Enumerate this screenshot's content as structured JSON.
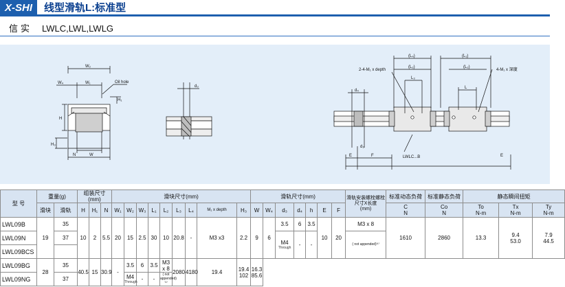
{
  "header": {
    "brand": "X-SHI",
    "title": "线型滑轨L:标准型",
    "series_cn": "信实",
    "series_models": "LWLC,LWL,LWLG"
  },
  "drawing": {
    "labels": {
      "w2": "W₂",
      "w4": "W₄",
      "w1": "W₁",
      "oil": "Oil hole",
      "h1": "H₁",
      "h": "H",
      "h3": "H₃",
      "n": "N",
      "w": "W",
      "d3": "d₃",
      "l4": "(L₄)",
      "l2": "(L₂)",
      "l3": "L₃",
      "l1": "(L₁)",
      "l": "L",
      "m1": "2-4-M₁ x depth",
      "m2": "4-M₁ x 深度",
      "d4": "d₄",
      "d3b": "d₃",
      "lwlc": "LWLC...B",
      "e": "E",
      "f": "F"
    }
  },
  "table": {
    "headers": {
      "model": "型 号",
      "weight": "重量(g)",
      "assembly": "组装尺寸(mm)",
      "block": "滑块尺寸(mm)",
      "rail": "滑轨尺寸(mm)",
      "bolt": "滑轨安装螺栓螺栓尺寸X长度",
      "bolt_unit": "(mm)",
      "dyn": "标准动态负荷",
      "stat": "标准静态负荷",
      "moment": "静态瞬间扭矩"
    },
    "subheaders": {
      "block_w": "滑块",
      "rail_w": "滑轨",
      "H": "H",
      "H1": "H₁",
      "N": "N",
      "W1": "W₁",
      "W2": "W₂",
      "W3": "W₃",
      "L1": "L₁",
      "L2": "L₂",
      "L3": "L₃",
      "L4": "L₄",
      "M": "M₁ x depth",
      "H3": "H₃",
      "W": "W",
      "W4": "W₄",
      "d3": "d₃",
      "d4": "d₄",
      "h": "h",
      "E": "E",
      "F": "F",
      "bolt_unit": "(mm)",
      "C": "C",
      "C_unit": "N",
      "Co": "Co",
      "Co_unit": "N",
      "To": "To",
      "To_unit": "N-m",
      "Tx": "Tx",
      "Tx_unit": "N-m",
      "Ty": "Ty",
      "Ty_unit": "N-m"
    },
    "models": [
      "LWL09B",
      "LWL09N",
      "LWL09BCS",
      "LWL09BG",
      "LWL09NG"
    ],
    "group1": {
      "rail_weight": "19",
      "block_weights": [
        "35",
        "37"
      ],
      "H": "10",
      "H1": "2",
      "N": "5.5",
      "W1": "20",
      "W2": "15",
      "W3": "2.5",
      "L1": "30",
      "L2": "10",
      "L3": "20.8",
      "L4": "-",
      "M": "M3 x3",
      "H3": "2.2",
      "W": "9",
      "W4": "6",
      "d3_a": "3.5",
      "d4_a": "6",
      "h_a": "3.5",
      "d3_b": "M4",
      "d3_b_note": "Through",
      "d4_b": "-",
      "h_b": "-",
      "E": "10",
      "F": "20",
      "bolt_a": "M3 x 8",
      "bolt_b": "( not appended)⁽¹⁾",
      "C": "1610",
      "Co": "2860",
      "To": "13.3",
      "Tx": [
        "9.4",
        "53.0"
      ],
      "Ty": [
        "7.9",
        "44.5"
      ]
    },
    "group2": {
      "rail_weight": "28",
      "block_weights": [
        "35",
        "37"
      ],
      "L1": "40.5",
      "L2": "15",
      "L3": "30.9",
      "L4": "-",
      "d3_a": "3.5",
      "d4_a": "6",
      "h_a": "3.5",
      "d3_b": "M4",
      "d3_b_note": "Through",
      "d4_b": "-",
      "h_b": "-",
      "bolt_a": "M3 x 8",
      "bolt_b": "( not appended)⁽¹⁾",
      "C": "2080",
      "Co": "4180",
      "To": "19.4",
      "Tx": [
        "19.4",
        "102"
      ],
      "Ty": [
        "16.3",
        "85.6"
      ]
    }
  }
}
